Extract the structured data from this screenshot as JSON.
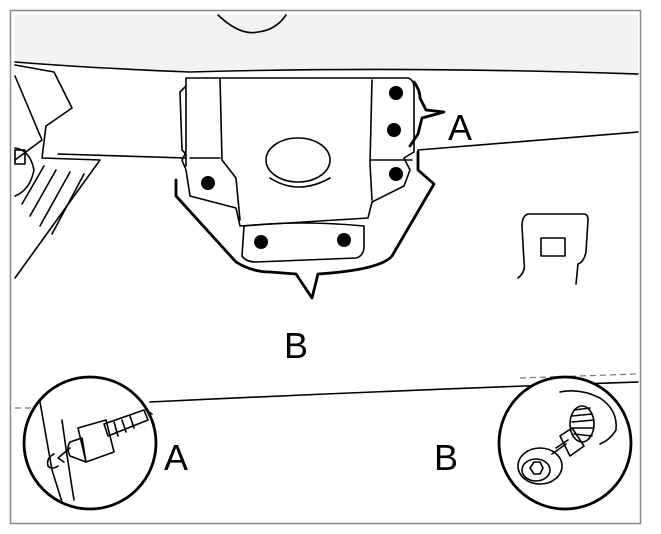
{
  "figure": {
    "callouts": {
      "main_a": "A",
      "main_b": "B",
      "inset_a": "A",
      "inset_b": "B"
    },
    "colors": {
      "line": "#000000",
      "panel_fill": "#f2f2f2",
      "background": "#ffffff",
      "frame": "#888888"
    },
    "icons": [
      "rivet-hole",
      "rivet-tool-inset",
      "screw-fastener-inset"
    ]
  }
}
